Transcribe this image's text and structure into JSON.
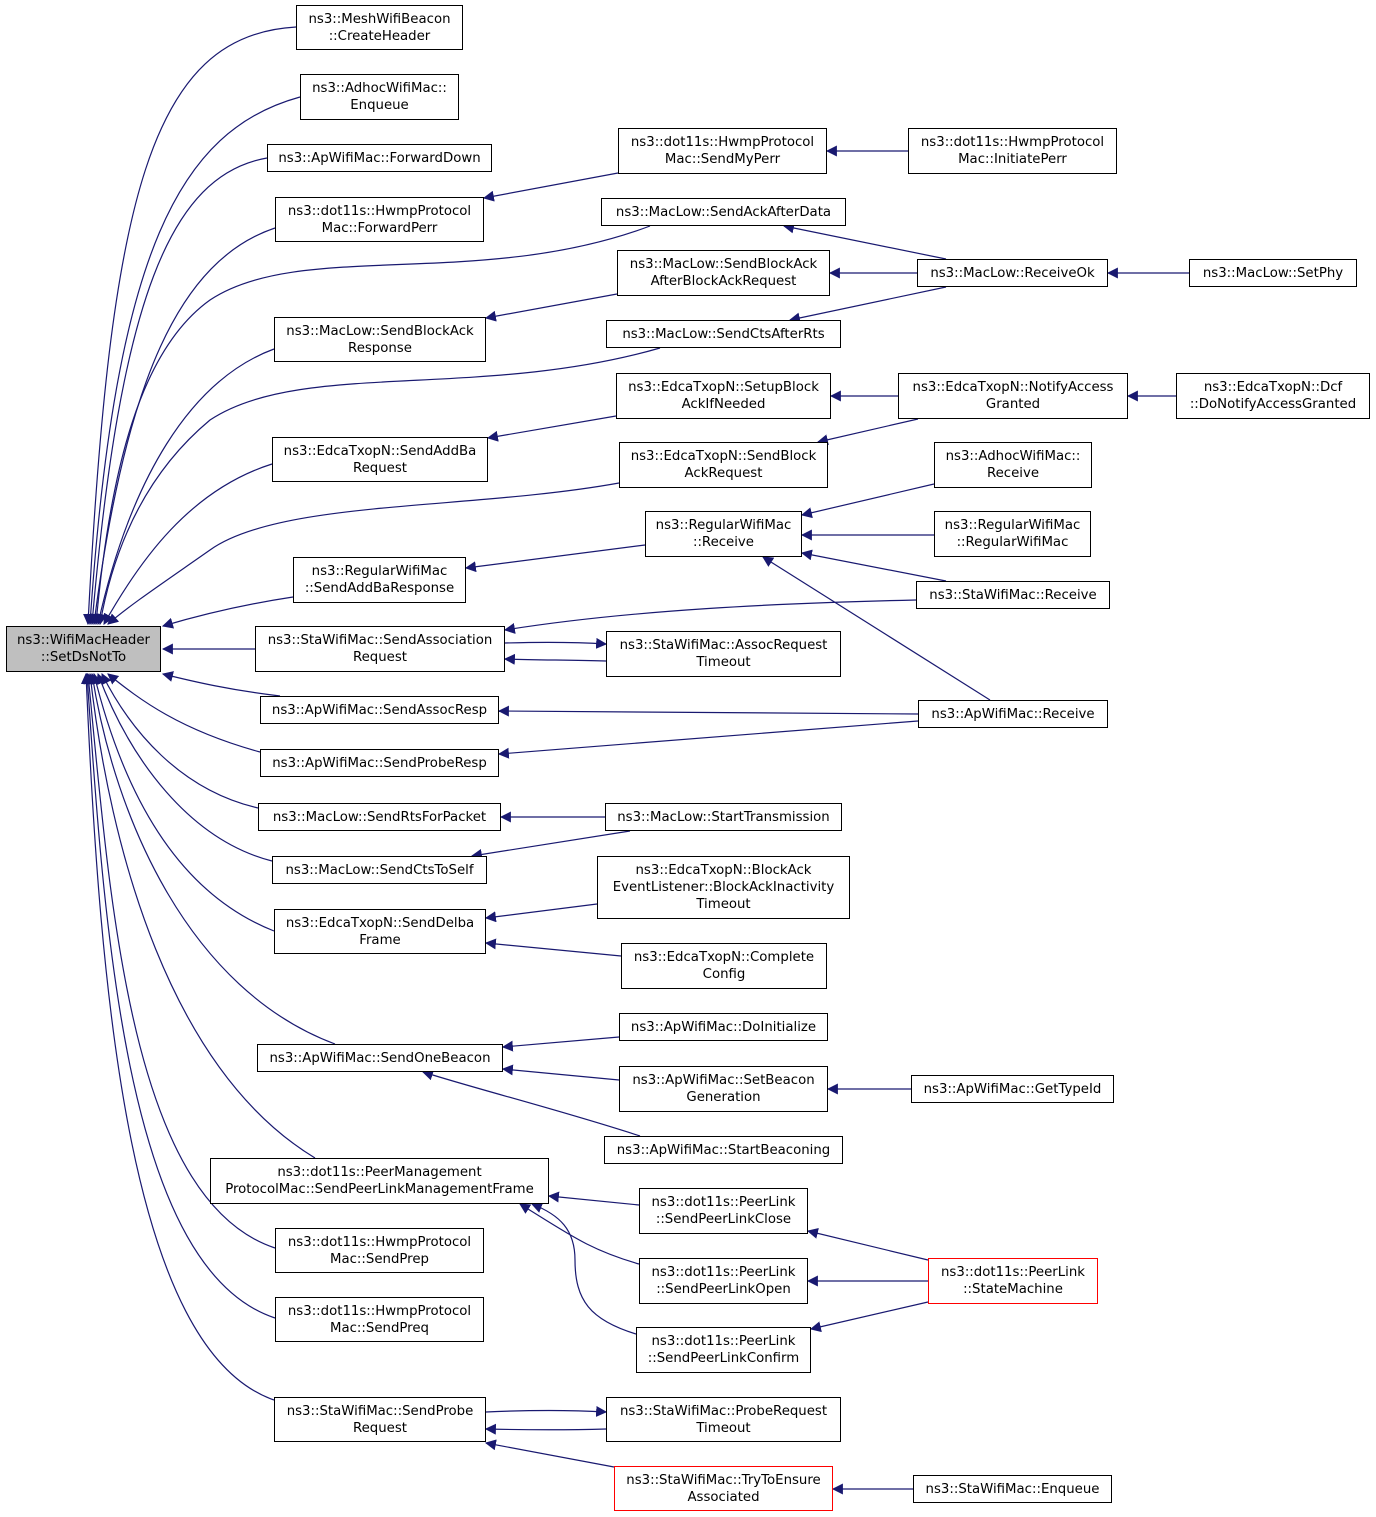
{
  "colors": {
    "edge": "#191970",
    "root_fill": "#bfbfbf",
    "node_border": "#000000",
    "truncated_border": "#ff0000"
  },
  "nodes": {
    "root": "ns3::WifiMacHeader\n::SetDsNotTo",
    "meshBeacon": "ns3::MeshWifiBeacon\n::CreateHeader",
    "adhocEnqueue": "ns3::AdhocWifiMac::\nEnqueue",
    "apForwardDown": "ns3::ApWifiMac::ForwardDown",
    "hwmpForwardPerr": "ns3::dot11s::HwmpProtocol\nMac::ForwardPerr",
    "sendBlockAckResponse": "ns3::MacLow::SendBlockAck\nResponse",
    "sendAddBaRequest": "ns3::EdcaTxopN::SendAddBa\nRequest",
    "rwmSendAddBaResponse": "ns3::RegularWifiMac\n::SendAddBaResponse",
    "staSendAssocReq": "ns3::StaWifiMac::SendAssociation\nRequest",
    "apSendAssocResp": "ns3::ApWifiMac::SendAssocResp",
    "apSendProbeResp": "ns3::ApWifiMac::SendProbeResp",
    "macLowSendRts": "ns3::MacLow::SendRtsForPacket",
    "macLowSendCtsToSelf": "ns3::MacLow::SendCtsToSelf",
    "edcaSendDelba": "ns3::EdcaTxopN::SendDelba\nFrame",
    "apSendOneBeacon": "ns3::ApWifiMac::SendOneBeacon",
    "peerMgmtSend": "ns3::dot11s::PeerManagement\nProtocolMac::SendPeerLinkManagementFrame",
    "hwmpSendPrep": "ns3::dot11s::HwmpProtocol\nMac::SendPrep",
    "hwmpSendPreq": "ns3::dot11s::HwmpProtocol\nMac::SendPreq",
    "staSendProbeReq": "ns3::StaWifiMac::SendProbe\nRequest",
    "hwmpSendMyPerr": "ns3::dot11s::HwmpProtocol\nMac::SendMyPerr",
    "macLowSendAckAfterData": "ns3::MacLow::SendAckAfterData",
    "macLowSendBlockAckAfter": "ns3::MacLow::SendBlockAck\nAfterBlockAckRequest",
    "macLowSendCtsAfterRts": "ns3::MacLow::SendCtsAfterRts",
    "edcaSetupBlockAck": "ns3::EdcaTxopN::SetupBlock\nAckIfNeeded",
    "edcaSendBlockAckReq": "ns3::EdcaTxopN::SendBlock\nAckRequest",
    "rwmReceive": "ns3::RegularWifiMac\n::Receive",
    "staAssocReqTimeout": "ns3::StaWifiMac::AssocRequest\nTimeout",
    "macLowStartTx": "ns3::MacLow::StartTransmission",
    "edcaBlockAckInactivity": "ns3::EdcaTxopN::BlockAck\nEventListener::BlockAckInactivity\nTimeout",
    "edcaCompleteConfig": "ns3::EdcaTxopN::Complete\nConfig",
    "apDoInitialize": "ns3::ApWifiMac::DoInitialize",
    "apSetBeaconGen": "ns3::ApWifiMac::SetBeacon\nGeneration",
    "apStartBeaconing": "ns3::ApWifiMac::StartBeaconing",
    "plSendClose": "ns3::dot11s::PeerLink\n::SendPeerLinkClose",
    "plSendOpen": "ns3::dot11s::PeerLink\n::SendPeerLinkOpen",
    "plSendConfirm": "ns3::dot11s::PeerLink\n::SendPeerLinkConfirm",
    "staProbeReqTimeout": "ns3::StaWifiMac::ProbeRequest\nTimeout",
    "staTryToEnsure": "ns3::StaWifiMac::TryToEnsure\nAssociated",
    "hwmpInitiatePerr": "ns3::dot11s::HwmpProtocol\nMac::InitiatePerr",
    "macLowReceiveOk": "ns3::MacLow::ReceiveOk",
    "edcaNotifyAccess": "ns3::EdcaTxopN::NotifyAccess\nGranted",
    "adhocReceive": "ns3::AdhocWifiMac::\nReceive",
    "rwmCtor": "ns3::RegularWifiMac\n::RegularWifiMac",
    "staReceive": "ns3::StaWifiMac::Receive",
    "apReceive": "ns3::ApWifiMac::Receive",
    "apGetTypeId": "ns3::ApWifiMac::GetTypeId",
    "plStateMachine": "ns3::dot11s::PeerLink\n::StateMachine",
    "staEnqueue": "ns3::StaWifiMac::Enqueue",
    "macLowSetPhy": "ns3::MacLow::SetPhy",
    "dcfNotifyAccess": "ns3::EdcaTxopN::Dcf\n::DoNotifyAccessGranted"
  }
}
